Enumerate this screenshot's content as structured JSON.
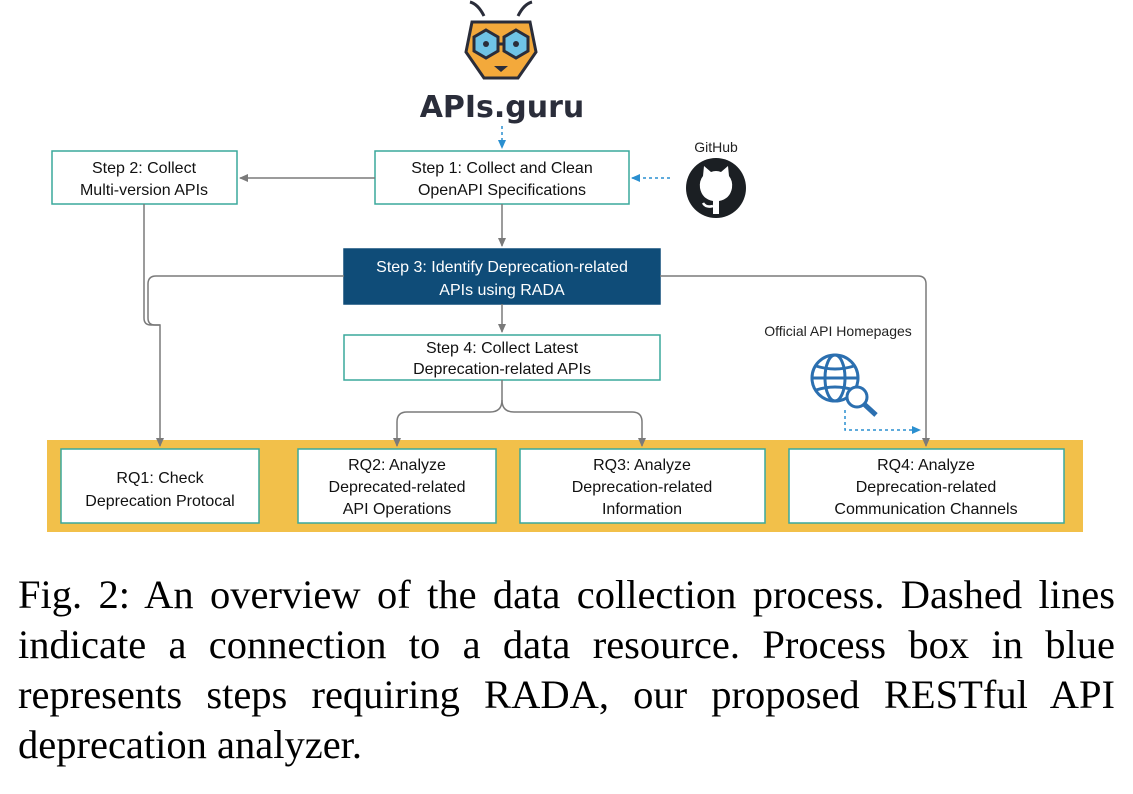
{
  "apis_guru": {
    "label": "APIs.guru",
    "icon": "bee-logo-icon"
  },
  "github": {
    "label": "GitHub",
    "icon": "github-icon"
  },
  "official_homepages": {
    "label": "Official API Homepages",
    "icon": "globe-search-icon"
  },
  "steps": {
    "step1": {
      "line1": "Step 1: Collect and Clean",
      "line2": "OpenAPI Specifications"
    },
    "step2": {
      "line1": "Step 2: Collect",
      "line2": "Multi-version APIs"
    },
    "step3": {
      "line1": "Step 3: Identify Deprecation-related",
      "line2": "APIs using RADA"
    },
    "step4": {
      "line1": "Step 4: Collect  Latest",
      "line2": "Deprecation-related APIs"
    }
  },
  "rqs": {
    "rq1": {
      "line1": "RQ1: Check",
      "line2": "Deprecation Protocal"
    },
    "rq2": {
      "line1": "RQ2: Analyze",
      "line2": "Deprecated-related",
      "line3": "API Operations"
    },
    "rq3": {
      "line1": "RQ3: Analyze",
      "line2": "Deprecation-related",
      "line3": "Information"
    },
    "rq4": {
      "line1": "RQ4: Analyze",
      "line2": "Deprecation-related",
      "line3": "Communication Channels"
    }
  },
  "caption": "Fig. 2: An overview of the data collection process. Dashed lines indicate a connection to a data resource. Process box in blue represents steps requiring RADA, our proposed RESTful API deprecation analyzer.",
  "colors": {
    "box_border": "#3aa89c",
    "rada_fill": "#0f4c78",
    "rq_band": "#f2c04a",
    "arrow": "#7a7a7a",
    "dashed": "#2a8fd0"
  }
}
